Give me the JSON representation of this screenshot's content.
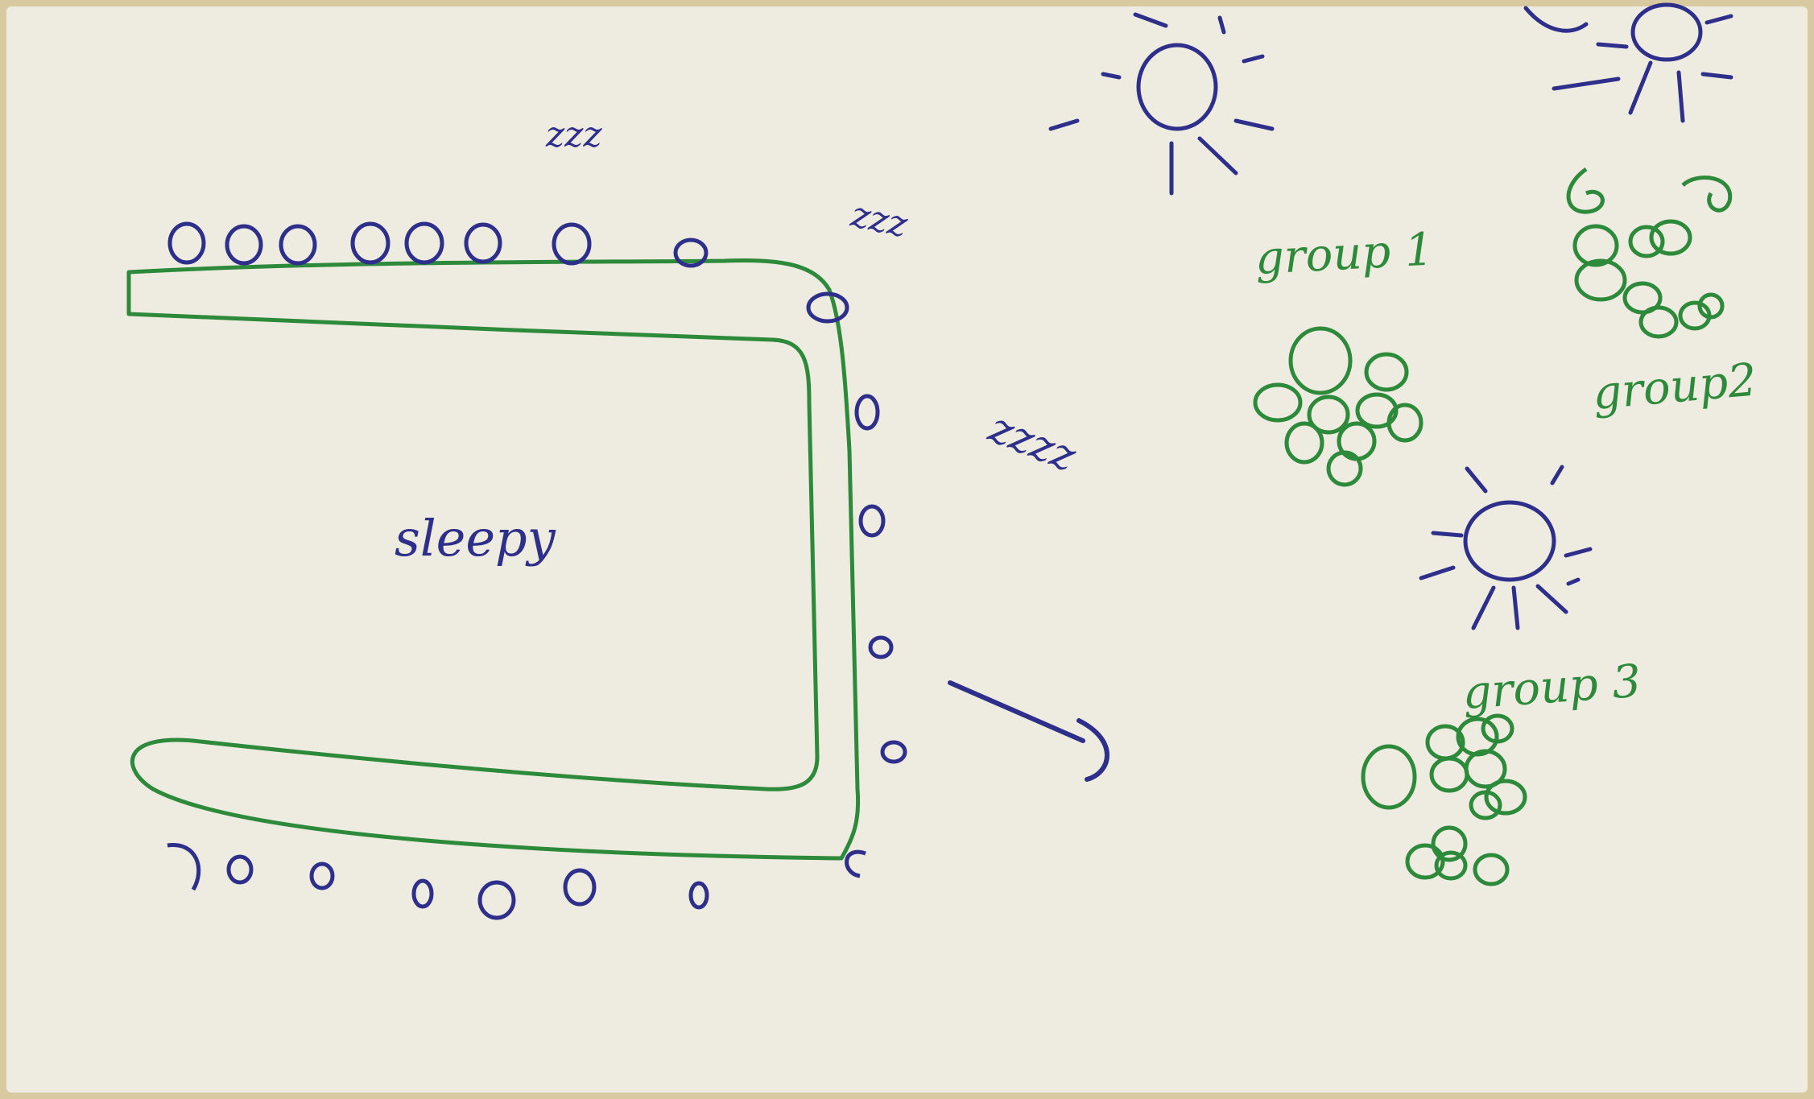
{
  "labels": {
    "center": "sleepy",
    "group1": "group 1",
    "group2": "group2",
    "group3": "group 3",
    "zzz_top": "zzz",
    "zzz_mid": "zzz",
    "zzz_big": "zzzz"
  },
  "colors": {
    "paper": "#eeebe1",
    "frame": "#d8c9a0",
    "blue_ink": "#2e2f8a",
    "green_ink": "#2c8a3a"
  },
  "icons": [
    "sun-icon",
    "sun-icon",
    "sun-icon",
    "arrow-icon"
  ]
}
